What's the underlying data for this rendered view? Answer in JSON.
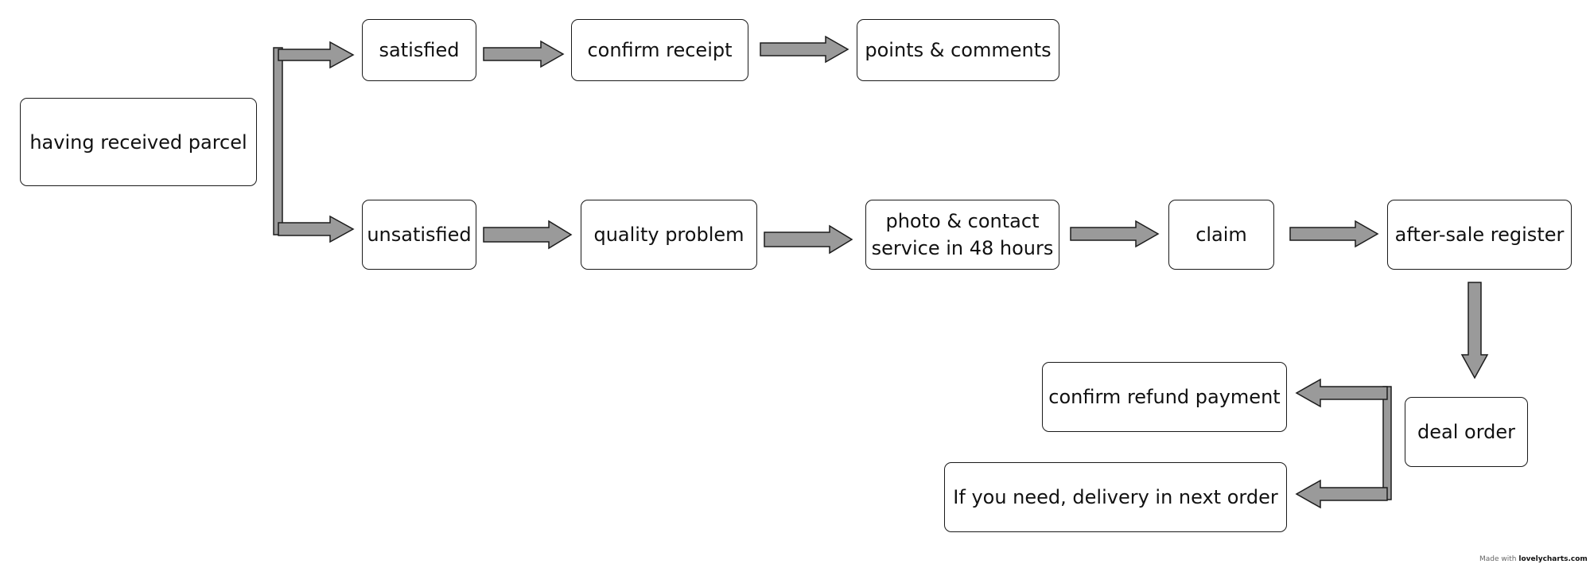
{
  "nodes": {
    "received": "having received parcel",
    "satisfied": "satisfied",
    "confirm_receipt": "confirm receipt",
    "points_comments": "points & comments",
    "unsatisfied": "unsatisfied",
    "quality_problem": "quality problem",
    "photo_contact": "photo & contact\nservice in 48 hours",
    "claim": "claim",
    "after_sale": "after-sale register",
    "deal_order": "deal order",
    "confirm_refund": "confirm refund payment",
    "delivery_next": "If you need, delivery in next order"
  },
  "footer": {
    "prefix": "Made with",
    "brand": "lovelycharts.com"
  },
  "colors": {
    "arrow_fill": "#9a9a9a",
    "border": "#1a1a1a"
  }
}
